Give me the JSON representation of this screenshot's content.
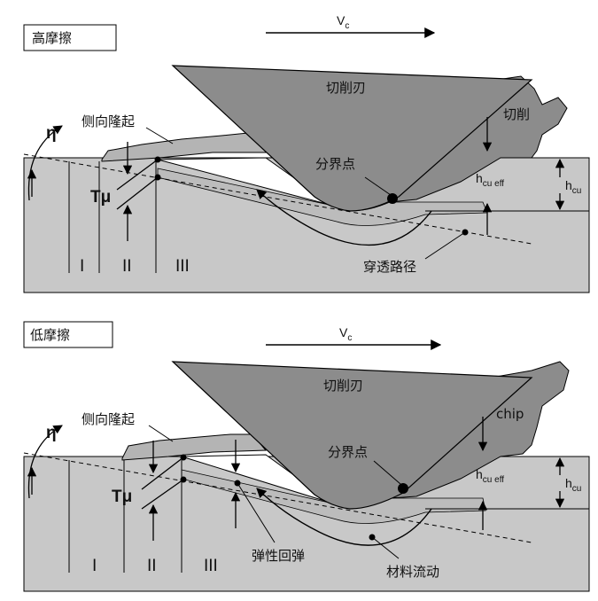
{
  "panels": [
    {
      "title": "高摩擦",
      "velocity_main": "V",
      "velocity_sub": "c",
      "tool_label": "切削刃",
      "chip_label": "切削",
      "side_ridge_label": "侧向隆起",
      "split_point_label": "分界点",
      "path_label": "穿透路径",
      "eta": "η",
      "tau_mu": "Tμ",
      "hcu_eff_main": "h",
      "hcu_eff_sub": "cu eff",
      "hcu_main": "h",
      "hcu_sub": "cu",
      "zones": [
        "I",
        "II",
        "III"
      ]
    },
    {
      "title": "低摩擦",
      "velocity_main": "V",
      "velocity_sub": "c",
      "tool_label": "切削刃",
      "chip_label": "chip",
      "side_ridge_label": "侧向隆起",
      "split_point_label": "分界点",
      "springback_label": "弹性回弹",
      "flow_label": "材料流动",
      "eta": "η",
      "tau_mu": "Tμ",
      "hcu_eff_main": "h",
      "hcu_eff_sub": "cu eff",
      "hcu_main": "h",
      "hcu_sub": "cu",
      "zones": [
        "I",
        "II",
        "III"
      ]
    }
  ],
  "colors": {
    "workpiece": "#c8c8c8",
    "tool": "#8c8c8c",
    "chip": "#8c8c8c",
    "line": "#000000"
  }
}
